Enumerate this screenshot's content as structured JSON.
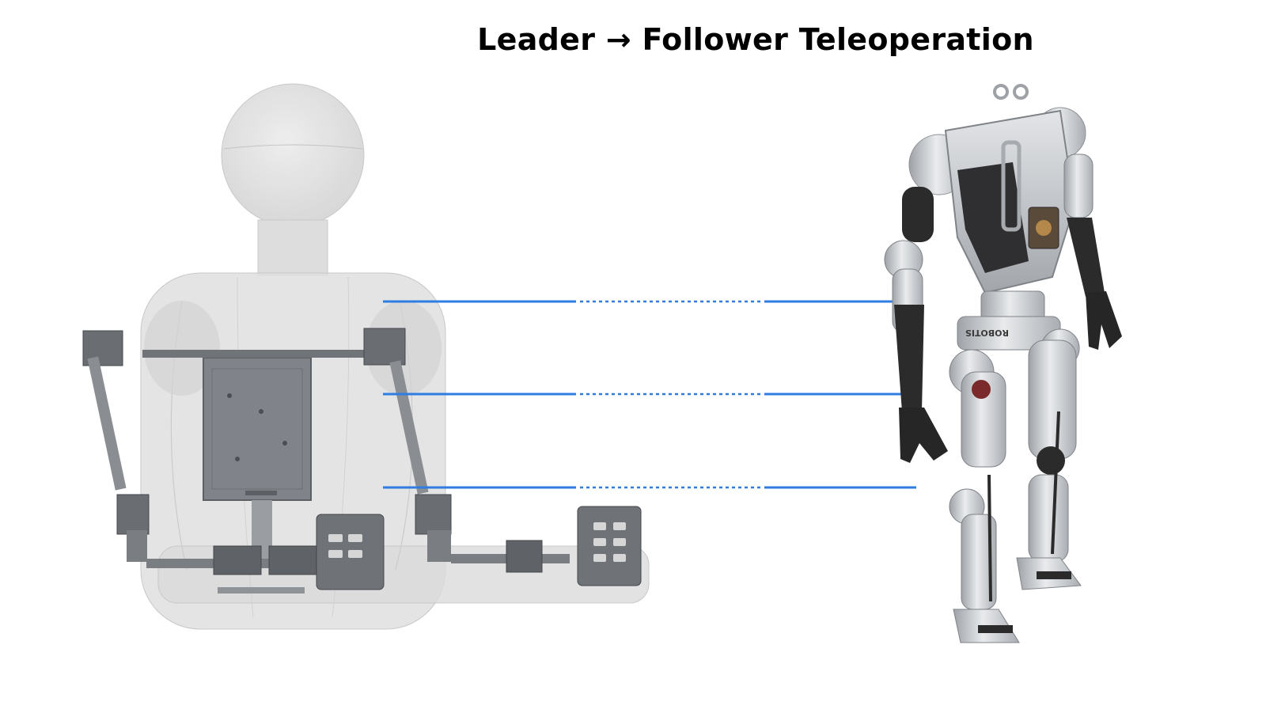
{
  "title": "Leader → Follower Teleoperation",
  "follower_robot": {
    "brand_text": "ROBOTIS"
  },
  "connectors": {
    "count": 3,
    "style": "solid-dotted-solid",
    "color": "#2f7de1"
  },
  "colors": {
    "background": "#ffffff",
    "mannequin": "#d9d9d9",
    "leader_frame": "#7d7f84",
    "follower_metal": "#c5c8cc",
    "follower_black": "#2b2b2b"
  }
}
